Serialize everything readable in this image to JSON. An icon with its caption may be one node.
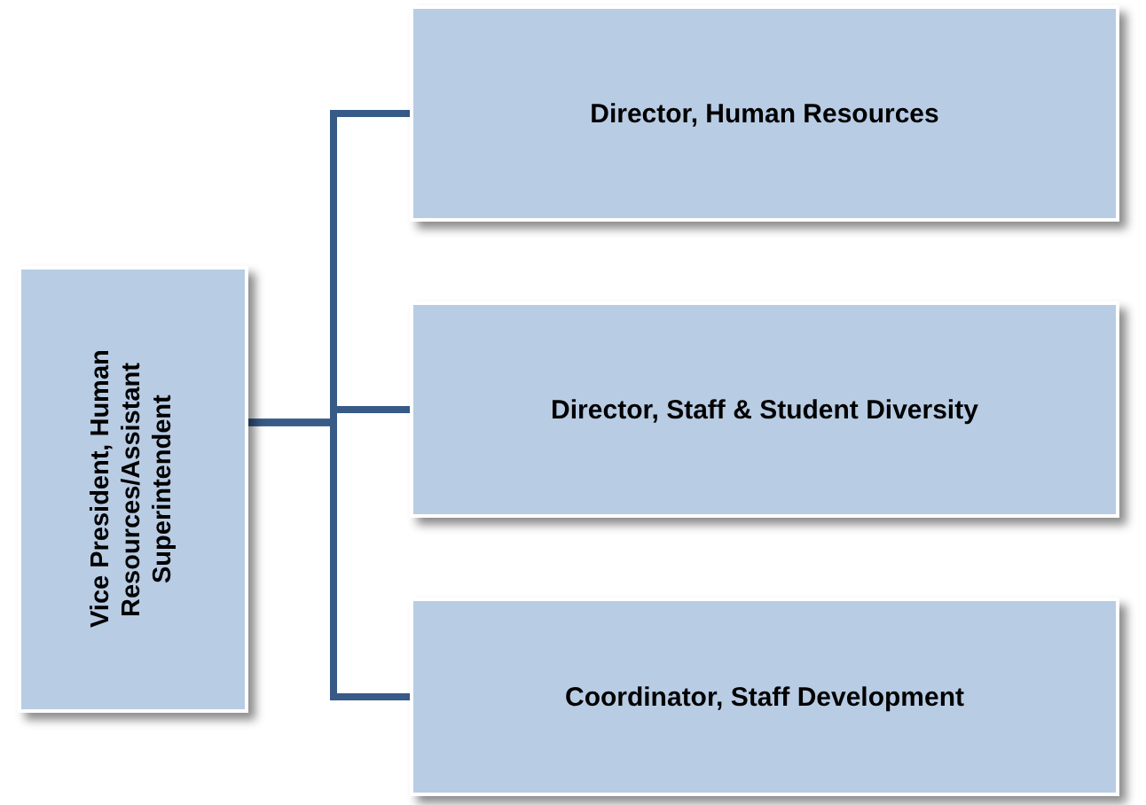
{
  "diagram": {
    "nodes": [
      {
        "text": [
          "Vice President, Human Resources/Assistant Superintendent"
        ]
      },
      {
        "text": [
          "Director, Human Resources"
        ]
      },
      {
        "text": [
          "Director, Staff & Student Diversity"
        ]
      },
      {
        "text": [
          "Coordinator, Staff Development"
        ]
      }
    ],
    "edges": [
      {
        "from": 0,
        "to": 1,
        "arrow": "none"
      },
      {
        "from": 0,
        "to": 2,
        "arrow": "none"
      },
      {
        "from": 0,
        "to": 3,
        "arrow": "none"
      }
    ]
  }
}
